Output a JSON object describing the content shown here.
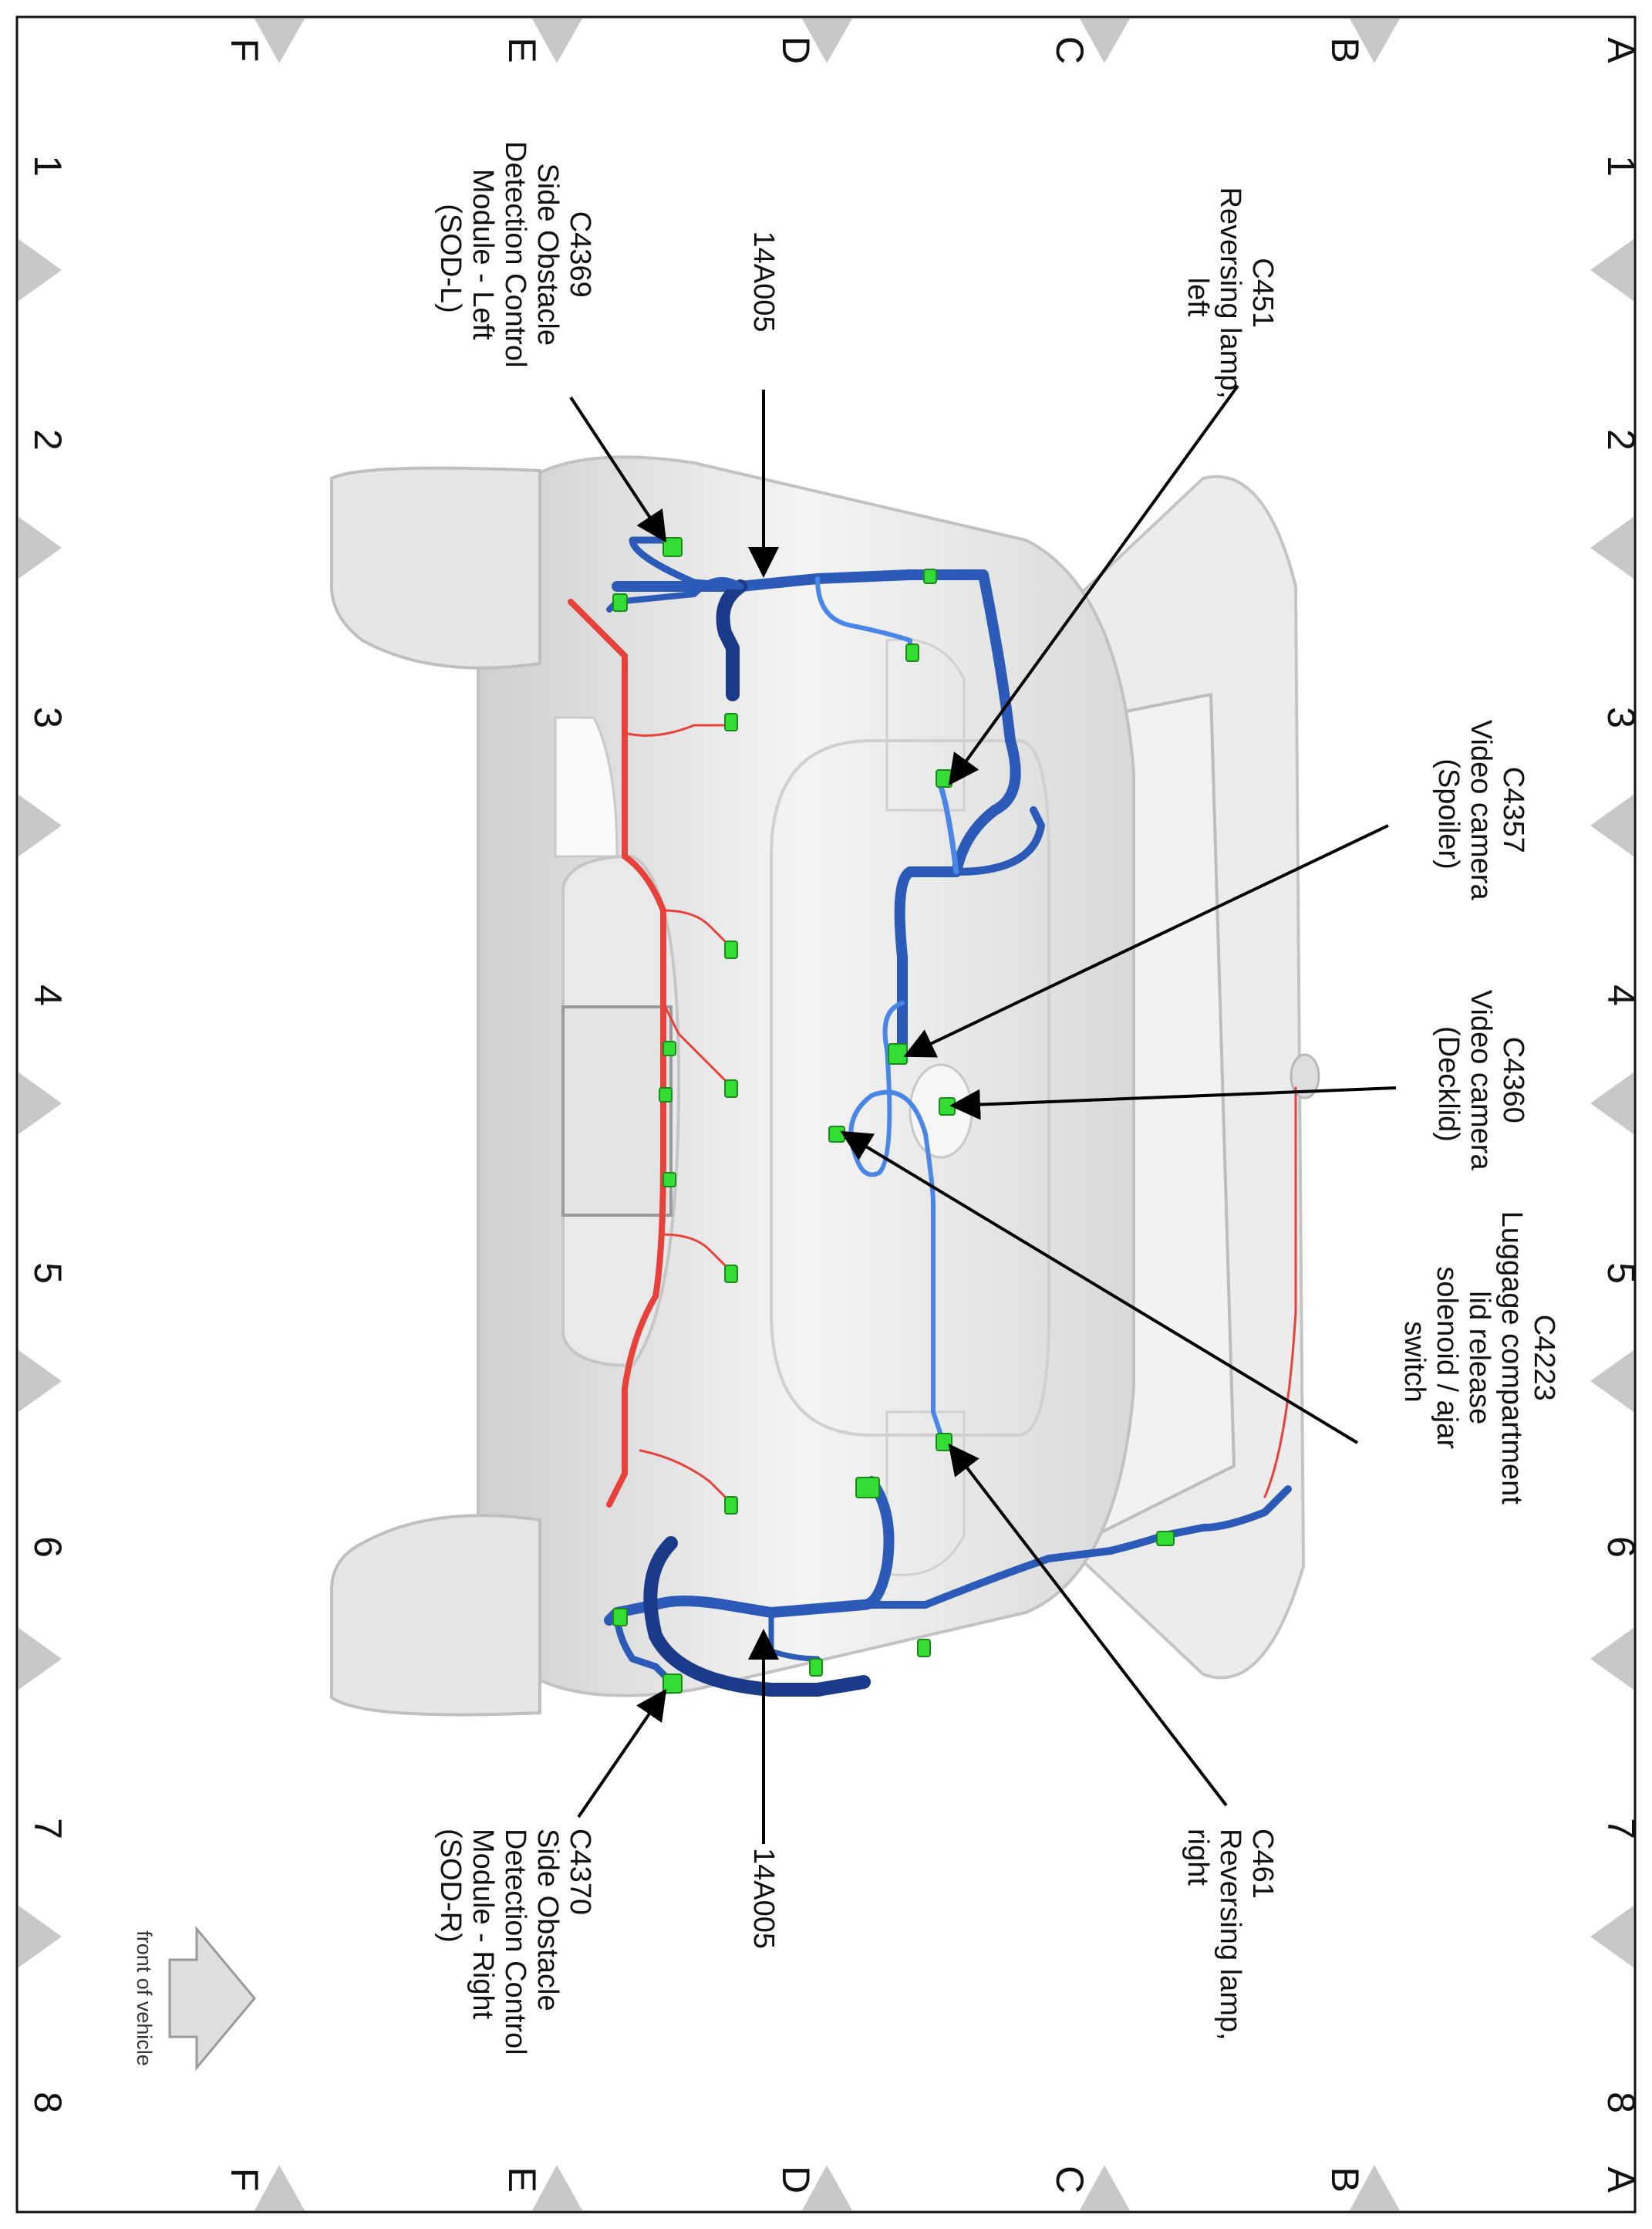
{
  "grid": {
    "rows": [
      "A",
      "B",
      "C",
      "D",
      "E",
      "F"
    ],
    "columns": [
      "1",
      "2",
      "3",
      "4",
      "5",
      "6",
      "7",
      "8"
    ]
  },
  "callouts": [
    {
      "id": "c451",
      "lines": [
        "C451",
        "Reversing lamp,",
        "left"
      ]
    },
    {
      "id": "c4357",
      "lines": [
        "C4357",
        "Video camera",
        "(Spoiler)"
      ]
    },
    {
      "id": "c4360",
      "lines": [
        "C4360",
        "Video camera",
        "(Decklid)"
      ]
    },
    {
      "id": "c4223",
      "lines": [
        "C4223",
        "Luggage compartment",
        "lid release",
        "solenoid / ajar",
        "switch"
      ]
    },
    {
      "id": "c461",
      "lines": [
        "C461",
        "Reversing lamp,",
        "right"
      ]
    },
    {
      "id": "h14a005-left",
      "lines": [
        "14A005"
      ]
    },
    {
      "id": "h14a005-right",
      "lines": [
        "14A005"
      ]
    },
    {
      "id": "c4369",
      "lines": [
        "C4369",
        "Side Obstacle",
        "Detection Control",
        "Module - Left",
        "(SOD-L)"
      ]
    },
    {
      "id": "c4370",
      "lines": [
        "C4370",
        "Side Obstacle",
        "Detection Control",
        "Module - Right",
        "(SOD-R)"
      ]
    }
  ],
  "front_indicator": {
    "label": "front of vehicle"
  },
  "colors": {
    "harness_main": "#2c5ab8",
    "harness_light": "#4a86e8",
    "harness_dark": "#1c3a8a",
    "harness_red": "#e8403a",
    "connector": "#33dd33",
    "body": "#e4e4e4",
    "triangle": "#c8c8c8"
  }
}
